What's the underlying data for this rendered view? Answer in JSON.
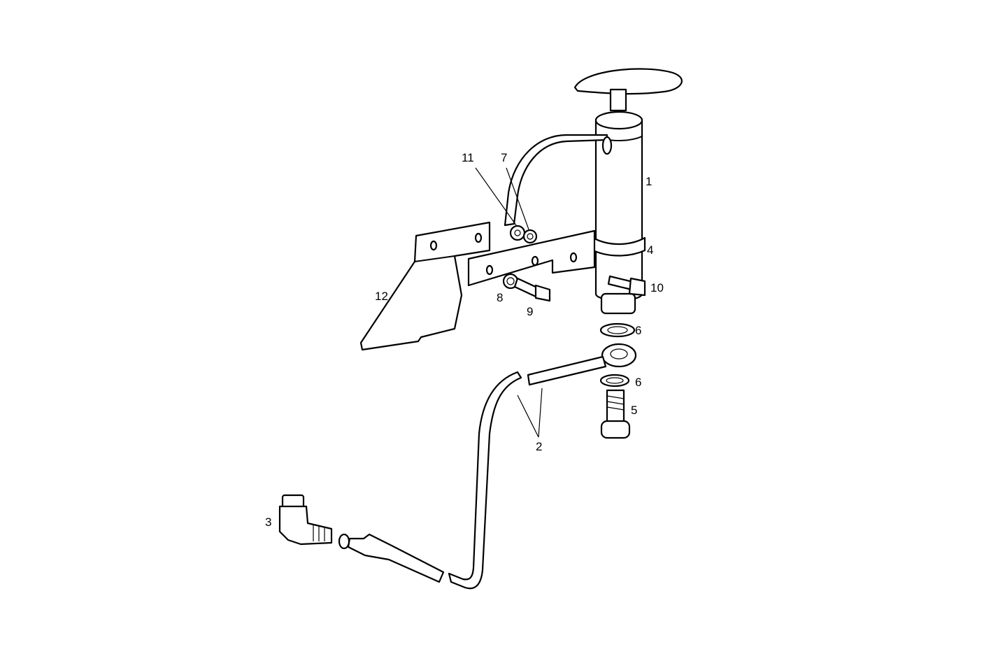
{
  "diagram": {
    "callouts": [
      {
        "id": "1",
        "label": "1"
      },
      {
        "id": "2",
        "label": "2"
      },
      {
        "id": "3",
        "label": "3"
      },
      {
        "id": "4",
        "label": "4"
      },
      {
        "id": "5",
        "label": "5"
      },
      {
        "id": "6a",
        "label": "6"
      },
      {
        "id": "6b",
        "label": "6"
      },
      {
        "id": "7",
        "label": "7"
      },
      {
        "id": "8",
        "label": "8"
      },
      {
        "id": "9",
        "label": "9"
      },
      {
        "id": "10",
        "label": "10"
      },
      {
        "id": "11",
        "label": "11"
      },
      {
        "id": "12",
        "label": "12"
      }
    ]
  }
}
